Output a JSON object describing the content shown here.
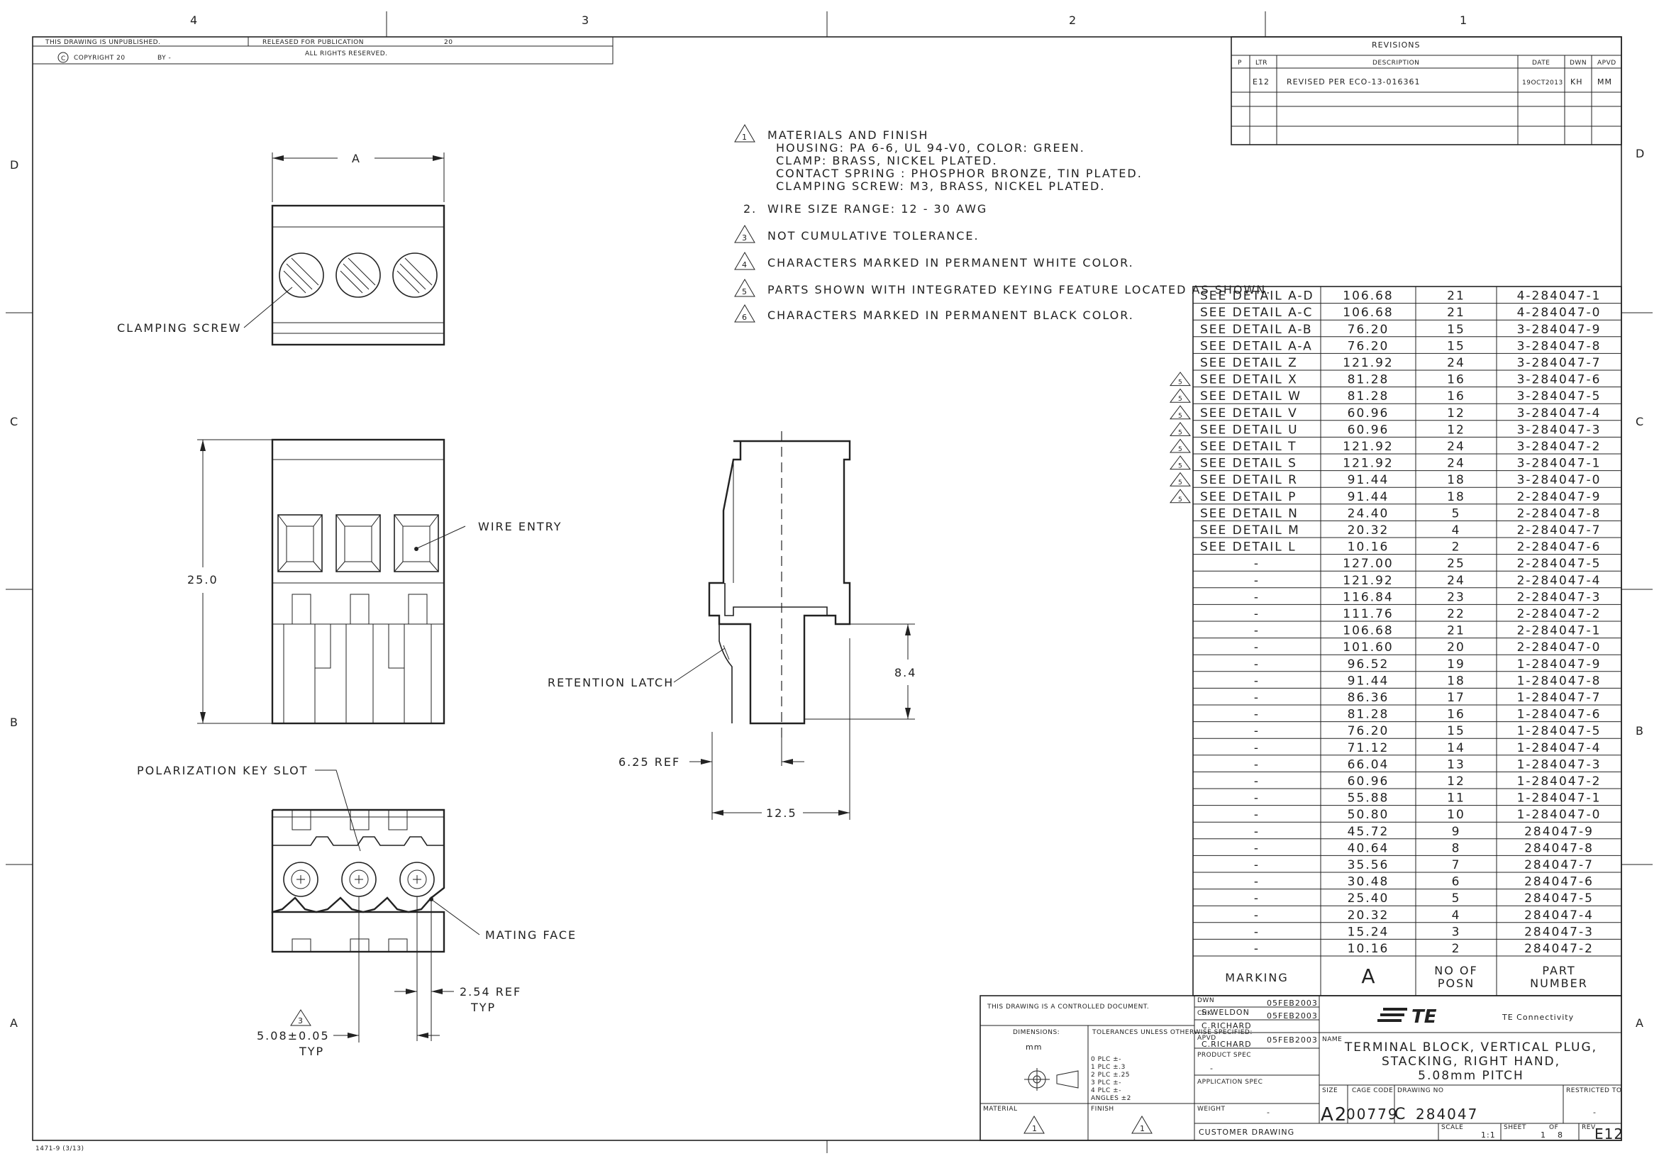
{
  "zones": {
    "top": [
      "4",
      "3",
      "2",
      "1"
    ],
    "bottom": [],
    "left": [
      "D",
      "C",
      "B",
      "A"
    ],
    "right": [
      "D",
      "C",
      "B",
      "A"
    ]
  },
  "header": {
    "unpublished": "THIS DRAWING IS UNPUBLISHED.",
    "copyright": "COPYRIGHT 20",
    "by": "BY -",
    "released": "RELEASED FOR PUBLICATION",
    "year": "20",
    "rights": "ALL RIGHTS RESERVED."
  },
  "revisions": {
    "title": "REVISIONS",
    "headers": [
      "P",
      "LTR",
      "DESCRIPTION",
      "DATE",
      "DWN",
      "APVD"
    ],
    "rows": [
      {
        "ltr": "E12",
        "desc": "REVISED PER ECO-13-016361",
        "date": "19OCT2013",
        "dwn": "KH",
        "apvd": "MM"
      }
    ]
  },
  "notes": [
    {
      "num": "1",
      "flag": true,
      "lines": [
        "MATERIALS AND FINISH",
        "HOUSING: PA 6-6, UL 94-V0, COLOR: GREEN.",
        "CLAMP: BRASS, NICKEL PLATED.",
        "CONTACT SPRING : PHOSPHOR BRONZE, TIN PLATED.",
        "CLAMPING SCREW: M3, BRASS, NICKEL PLATED."
      ]
    },
    {
      "num": "2.",
      "flag": false,
      "lines": [
        "WIRE SIZE RANGE: 12 - 30 AWG"
      ]
    },
    {
      "num": "3",
      "flag": true,
      "lines": [
        "NOT CUMULATIVE TOLERANCE."
      ]
    },
    {
      "num": "4",
      "flag": true,
      "lines": [
        "CHARACTERS MARKED IN PERMANENT WHITE COLOR."
      ]
    },
    {
      "num": "5",
      "flag": true,
      "lines": [
        "PARTS SHOWN WITH INTEGRATED KEYING FEATURE LOCATED AS SHOWN."
      ]
    },
    {
      "num": "6",
      "flag": true,
      "lines": [
        "CHARACTERS MARKED IN PERMANENT BLACK COLOR."
      ]
    }
  ],
  "labels": {
    "dim_a": "A",
    "clamping_screw": "CLAMPING SCREW",
    "wire_entry": "WIRE ENTRY",
    "dim_25": "25.0",
    "retention_latch": "RETENTION LATCH",
    "dim_84": "8.4",
    "dim_625": "6.25 REF",
    "dim_125": "12.5",
    "polarization": "POLARIZATION KEY SLOT",
    "mating_face": "MATING FACE",
    "dim_254": "2.54 REF",
    "typ1": "TYP",
    "dim_508": "5.08±0.05",
    "typ2": "TYP",
    "flag3": "3"
  },
  "parts_table": {
    "headers": [
      "MARKING",
      "A",
      "NO OF POSN",
      "PART NUMBER"
    ],
    "rows": [
      {
        "flag": false,
        "marking": "SEE DETAIL A-D",
        "a": "106.68",
        "posn": "21",
        "pn": "4-284047-1"
      },
      {
        "flag": false,
        "marking": "SEE DETAIL A-C",
        "a": "106.68",
        "posn": "21",
        "pn": "4-284047-0"
      },
      {
        "flag": false,
        "marking": "SEE DETAIL A-B",
        "a": "76.20",
        "posn": "15",
        "pn": "3-284047-9"
      },
      {
        "flag": false,
        "marking": "SEE DETAIL A-A",
        "a": "76.20",
        "posn": "15",
        "pn": "3-284047-8"
      },
      {
        "flag": false,
        "marking": "SEE DETAIL Z",
        "a": "121.92",
        "posn": "24",
        "pn": "3-284047-7"
      },
      {
        "flag": true,
        "marking": "SEE DETAIL X",
        "a": "81.28",
        "posn": "16",
        "pn": "3-284047-6"
      },
      {
        "flag": true,
        "marking": "SEE DETAIL W",
        "a": "81.28",
        "posn": "16",
        "pn": "3-284047-5"
      },
      {
        "flag": true,
        "marking": "SEE DETAIL V",
        "a": "60.96",
        "posn": "12",
        "pn": "3-284047-4"
      },
      {
        "flag": true,
        "marking": "SEE DETAIL U",
        "a": "60.96",
        "posn": "12",
        "pn": "3-284047-3"
      },
      {
        "flag": true,
        "marking": "SEE DETAIL T",
        "a": "121.92",
        "posn": "24",
        "pn": "3-284047-2"
      },
      {
        "flag": true,
        "marking": "SEE DETAIL S",
        "a": "121.92",
        "posn": "24",
        "pn": "3-284047-1"
      },
      {
        "flag": true,
        "marking": "SEE DETAIL R",
        "a": "91.44",
        "posn": "18",
        "pn": "3-284047-0"
      },
      {
        "flag": true,
        "marking": "SEE DETAIL P",
        "a": "91.44",
        "posn": "18",
        "pn": "2-284047-9"
      },
      {
        "flag": false,
        "marking": "SEE DETAIL N",
        "a": "24.40",
        "posn": "5",
        "pn": "2-284047-8"
      },
      {
        "flag": false,
        "marking": "SEE DETAIL M",
        "a": "20.32",
        "posn": "4",
        "pn": "2-284047-7"
      },
      {
        "flag": false,
        "marking": "SEE DETAIL L",
        "a": "10.16",
        "posn": "2",
        "pn": "2-284047-6"
      },
      {
        "flag": false,
        "marking": "-",
        "a": "127.00",
        "posn": "25",
        "pn": "2-284047-5"
      },
      {
        "flag": false,
        "marking": "-",
        "a": "121.92",
        "posn": "24",
        "pn": "2-284047-4"
      },
      {
        "flag": false,
        "marking": "-",
        "a": "116.84",
        "posn": "23",
        "pn": "2-284047-3"
      },
      {
        "flag": false,
        "marking": "-",
        "a": "111.76",
        "posn": "22",
        "pn": "2-284047-2"
      },
      {
        "flag": false,
        "marking": "-",
        "a": "106.68",
        "posn": "21",
        "pn": "2-284047-1"
      },
      {
        "flag": false,
        "marking": "-",
        "a": "101.60",
        "posn": "20",
        "pn": "2-284047-0"
      },
      {
        "flag": false,
        "marking": "-",
        "a": "96.52",
        "posn": "19",
        "pn": "1-284047-9"
      },
      {
        "flag": false,
        "marking": "-",
        "a": "91.44",
        "posn": "18",
        "pn": "1-284047-8"
      },
      {
        "flag": false,
        "marking": "-",
        "a": "86.36",
        "posn": "17",
        "pn": "1-284047-7"
      },
      {
        "flag": false,
        "marking": "-",
        "a": "81.28",
        "posn": "16",
        "pn": "1-284047-6"
      },
      {
        "flag": false,
        "marking": "-",
        "a": "76.20",
        "posn": "15",
        "pn": "1-284047-5"
      },
      {
        "flag": false,
        "marking": "-",
        "a": "71.12",
        "posn": "14",
        "pn": "1-284047-4"
      },
      {
        "flag": false,
        "marking": "-",
        "a": "66.04",
        "posn": "13",
        "pn": "1-284047-3"
      },
      {
        "flag": false,
        "marking": "-",
        "a": "60.96",
        "posn": "12",
        "pn": "1-284047-2"
      },
      {
        "flag": false,
        "marking": "-",
        "a": "55.88",
        "posn": "11",
        "pn": "1-284047-1"
      },
      {
        "flag": false,
        "marking": "-",
        "a": "50.80",
        "posn": "10",
        "pn": "1-284047-0"
      },
      {
        "flag": false,
        "marking": "-",
        "a": "45.72",
        "posn": "9",
        "pn": "284047-9"
      },
      {
        "flag": false,
        "marking": "-",
        "a": "40.64",
        "posn": "8",
        "pn": "284047-8"
      },
      {
        "flag": false,
        "marking": "-",
        "a": "35.56",
        "posn": "7",
        "pn": "284047-7"
      },
      {
        "flag": false,
        "marking": "-",
        "a": "30.48",
        "posn": "6",
        "pn": "284047-6"
      },
      {
        "flag": false,
        "marking": "-",
        "a": "25.40",
        "posn": "5",
        "pn": "284047-5"
      },
      {
        "flag": false,
        "marking": "-",
        "a": "20.32",
        "posn": "4",
        "pn": "284047-4"
      },
      {
        "flag": false,
        "marking": "-",
        "a": "15.24",
        "posn": "3",
        "pn": "284047-3"
      },
      {
        "flag": false,
        "marking": "-",
        "a": "10.16",
        "posn": "2",
        "pn": "284047-2"
      }
    ]
  },
  "title_block": {
    "controlled": "THIS DRAWING IS A CONTROLLED DOCUMENT.",
    "dimensions_label": "DIMENSIONS:",
    "dimensions_value": "mm",
    "tolerances_label": "TOLERANCES UNLESS OTHERWISE SPECIFIED:",
    "tolerances": [
      "0 PLC    ±-",
      "1 PLC    ±.3",
      "2 PLC    ±.25",
      "3 PLC    ±-",
      "4 PLC    ±-",
      "ANGLES        ±2"
    ],
    "material_label": "MATERIAL",
    "finish_label": "FINISH",
    "material_flag": "1",
    "finish_flag": "1",
    "dwn_label": "DWN",
    "dwn_name": "S.WELDON",
    "dwn_date": "05FEB2003",
    "chk_label": "CHK",
    "chk_name": "C.RICHARD",
    "chk_date": "05FEB2003",
    "apvd_label": "APVD",
    "apvd_name": "C.RICHARD",
    "apvd_date": "05FEB2003",
    "product_spec_label": "PRODUCT SPEC",
    "product_spec": "-",
    "application_spec_label": "APPLICATION SPEC",
    "weight_label": "WEIGHT",
    "weight": "-",
    "customer": "CUSTOMER DRAWING",
    "brand": "TE",
    "company": "TE Connectivity",
    "name_label": "NAME",
    "name_lines": [
      "TERMINAL BLOCK, VERTICAL PLUG,",
      "STACKING, RIGHT HAND,",
      "5.08mm PITCH"
    ],
    "size_label": "SIZE",
    "size": "A2",
    "cage_label": "CAGE CODE",
    "cage": "00779",
    "dwg_label": "DRAWING NO",
    "dwg_prefix": "C",
    "dwg": "284047",
    "restricted_label": "RESTRICTED TO",
    "restricted": "-",
    "scale_label": "SCALE",
    "scale": "1:1",
    "sheet_label": "SHEET",
    "sheet": "1",
    "of_label": "OF",
    "of": "8",
    "rev_label": "REV",
    "rev": "E12"
  },
  "footer": {
    "form": "1471-9 (3/13)"
  },
  "colors": {
    "ink": "#222222",
    "paper": "#ffffff"
  }
}
